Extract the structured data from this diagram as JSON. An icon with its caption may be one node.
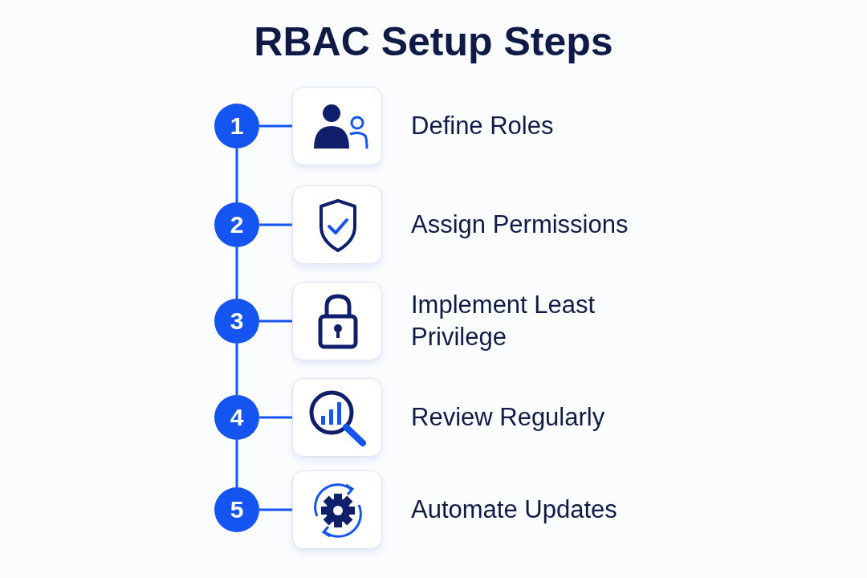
{
  "diagram": {
    "title": "RBAC Setup Steps",
    "nodes": [
      {
        "text": [
          "1"
        ]
      },
      {
        "text": [],
        "shape": "box",
        "beside": [
          "Define Roles"
        ]
      },
      {
        "text": [
          "2"
        ]
      },
      {
        "text": [],
        "shape": "box",
        "beside": [
          "Assign Permissions"
        ]
      },
      {
        "text": [
          "3"
        ]
      },
      {
        "text": [],
        "shape": "box",
        "beside": [
          "Implement Least Privilege"
        ]
      },
      {
        "text": [
          "4"
        ]
      },
      {
        "text": [],
        "shape": "box",
        "beside": [
          "Review Regularly"
        ]
      },
      {
        "text": [
          "5"
        ]
      },
      {
        "text": [],
        "shape": "box",
        "beside": [
          "Automate Updates"
        ]
      }
    ],
    "edges": [
      {
        "from": 0,
        "to": 1,
        "arrow": "none"
      },
      {
        "from": 0,
        "to": 2,
        "arrow": "none"
      },
      {
        "from": 2,
        "to": 3,
        "arrow": "none"
      },
      {
        "from": 2,
        "to": 4,
        "arrow": "none"
      },
      {
        "from": 4,
        "to": 5,
        "arrow": "none"
      },
      {
        "from": 4,
        "to": 6,
        "arrow": "none"
      },
      {
        "from": 6,
        "to": 7,
        "arrow": "none"
      },
      {
        "from": 6,
        "to": 8,
        "arrow": "none"
      },
      {
        "from": 8,
        "to": 9,
        "arrow": "none"
      }
    ]
  }
}
